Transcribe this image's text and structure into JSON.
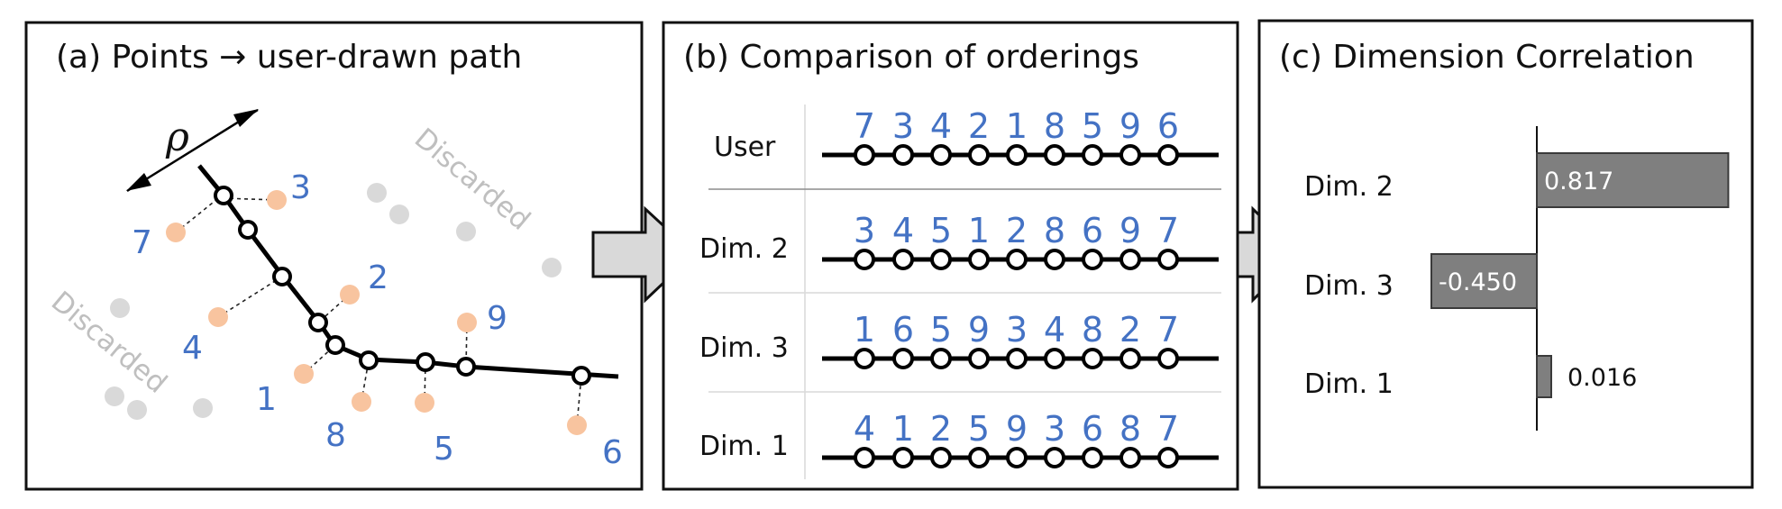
{
  "colors": {
    "number": "#4472C4",
    "highlight_point": "#F8C49F",
    "discarded_point": "#D9D9D9",
    "discarded_text": "#BFBFBF",
    "bar": "#7F7F7F"
  },
  "panel_a": {
    "title": "(a) Points → user-drawn path",
    "rho_symbol": "ρ",
    "discarded_top": "Discarded",
    "discarded_left": "Discarded",
    "labels": [
      "3",
      "7",
      "2",
      "4",
      "9",
      "1",
      "8",
      "5",
      "6"
    ]
  },
  "panel_b": {
    "title": "(b) Comparison of orderings",
    "rows": [
      {
        "label": "User",
        "sequence": [
          "7",
          "3",
          "4",
          "2",
          "1",
          "8",
          "5",
          "9",
          "6"
        ]
      },
      {
        "label": "Dim. 2",
        "sequence": [
          "3",
          "4",
          "5",
          "1",
          "2",
          "8",
          "6",
          "9",
          "7"
        ]
      },
      {
        "label": "Dim. 3",
        "sequence": [
          "1",
          "6",
          "5",
          "9",
          "3",
          "4",
          "8",
          "2",
          "7"
        ]
      },
      {
        "label": "Dim. 1",
        "sequence": [
          "4",
          "1",
          "2",
          "5",
          "9",
          "3",
          "6",
          "8",
          "7"
        ]
      }
    ]
  },
  "panel_c": {
    "title": "(c) Dimension Correlation"
  },
  "chart_data": {
    "type": "bar",
    "orientation": "horizontal",
    "categories": [
      "Dim. 2",
      "Dim. 3",
      "Dim. 1"
    ],
    "values": [
      0.817,
      -0.45,
      0.016
    ],
    "value_labels": [
      "0.817",
      "-0.450",
      "0.016"
    ],
    "xlim": [
      -0.45,
      0.817
    ]
  }
}
